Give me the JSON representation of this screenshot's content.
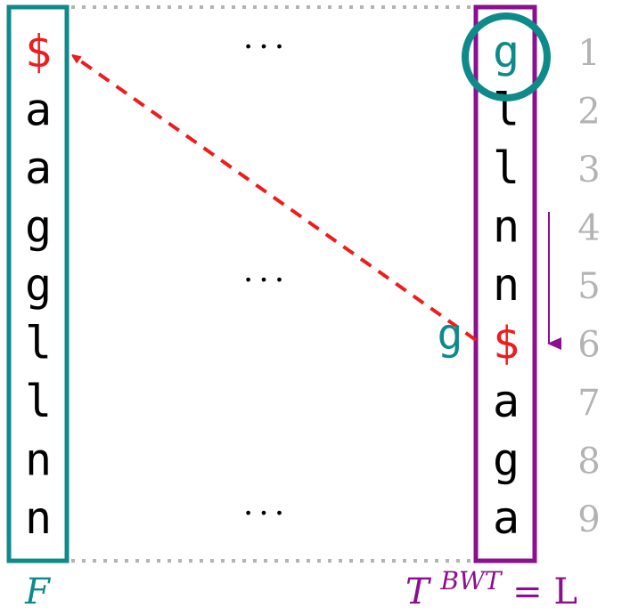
{
  "colors": {
    "teal": "#0f8a8a",
    "purple": "#8b0f8f",
    "red": "#ee1c1c",
    "gray": "#b3b3b3",
    "black": "#000000"
  },
  "first_column": {
    "label": "F",
    "chars": [
      "$",
      "a",
      "a",
      "g",
      "g",
      "l",
      "l",
      "n",
      "n"
    ]
  },
  "last_column": {
    "label_base": "T",
    "label_superscript": "BWT",
    "label_suffix": " = L",
    "chars": [
      "g",
      "l",
      "l",
      "n",
      "n",
      "$",
      "a",
      "g",
      "a"
    ]
  },
  "row_numbers": [
    "1",
    "2",
    "3",
    "4",
    "5",
    "6",
    "7",
    "8",
    "9"
  ],
  "ellipses": [
    "...",
    "...",
    "..."
  ],
  "prepended_char": "g",
  "highlighted_row": 1,
  "current_row": 6,
  "arrow_from_row": 6,
  "arrow_to_row": 1,
  "icons": {
    "arrow": "dashed-arrow-icon",
    "circle": "highlight-circle-icon",
    "down": "down-arrow-icon"
  }
}
